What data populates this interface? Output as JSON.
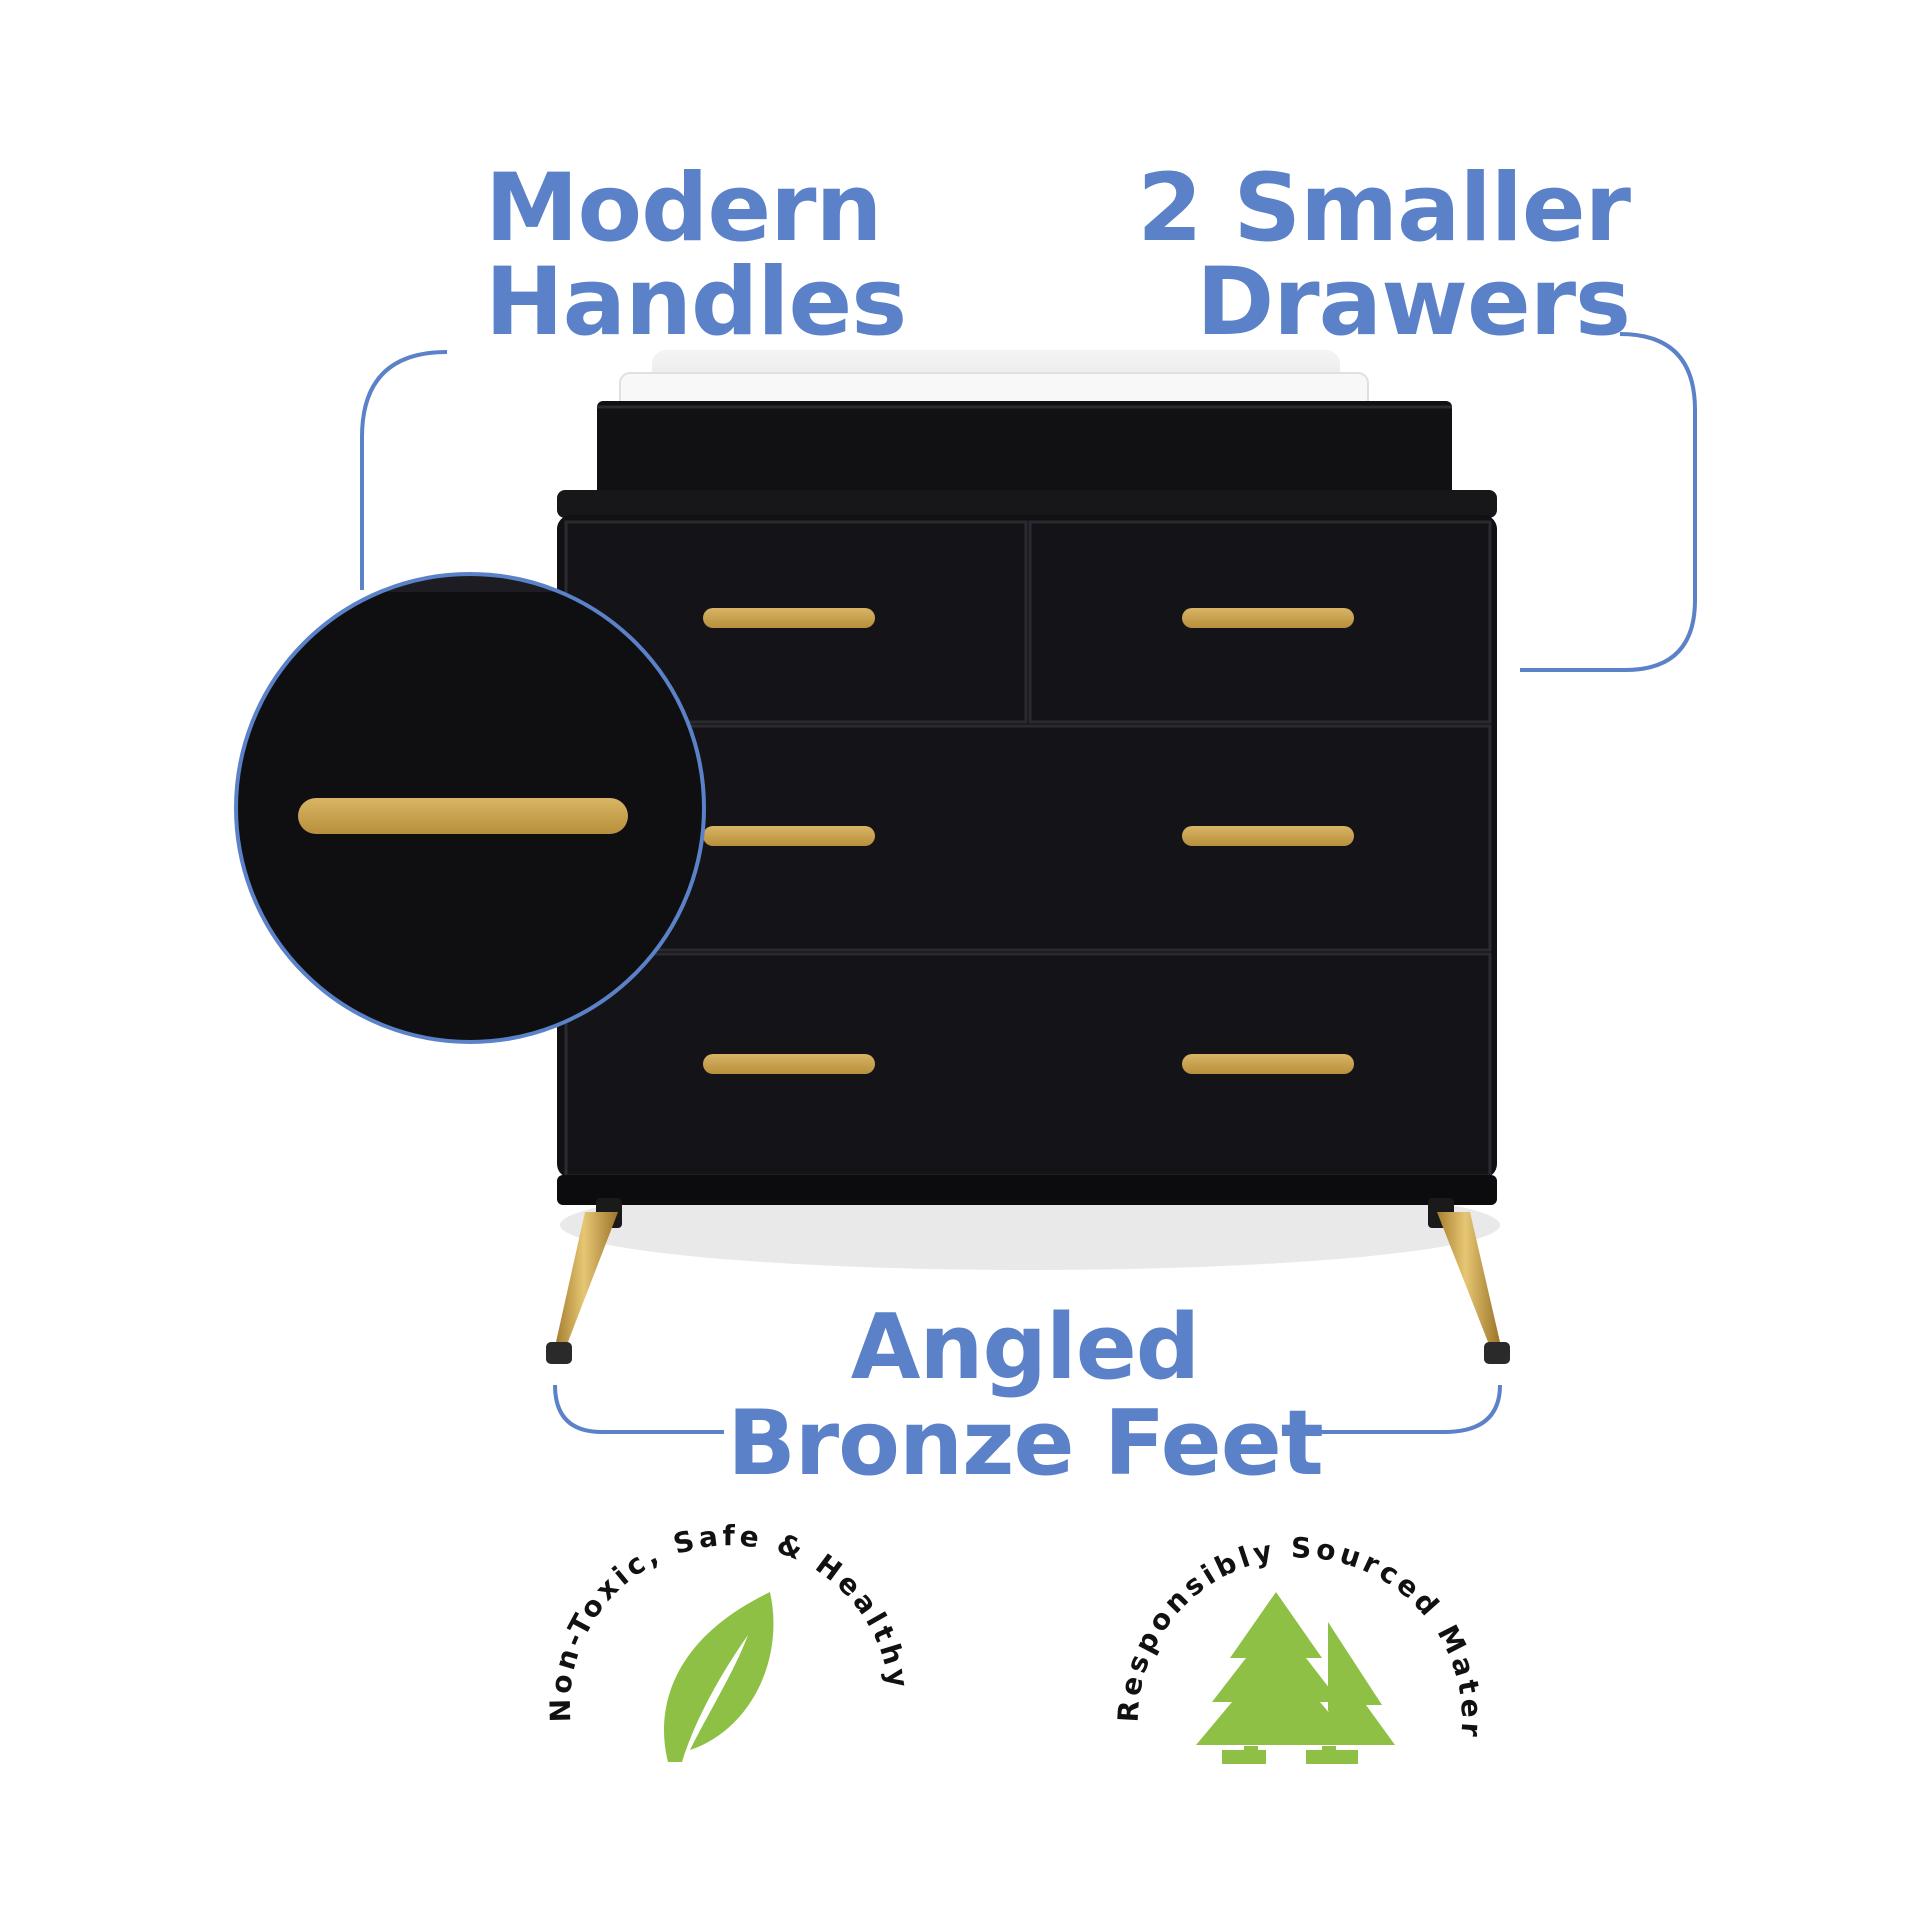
{
  "callouts": {
    "modern_handles": [
      "Modern",
      "Handles"
    ],
    "smaller_drawers": [
      "2 Smaller",
      "Drawers"
    ],
    "angled_feet": [
      "Angled",
      "Bronze Feet"
    ]
  },
  "badges": [
    {
      "text": "Non-Toxic, Safe & Healthy",
      "icon": "leaf-icon"
    },
    {
      "text": "Responsibly Sourced Materials",
      "icon": "trees-icon"
    }
  ],
  "colors": {
    "accent_blue": "#5b82c8",
    "dresser_black": "#111114",
    "handle_gold": "#c9a24f",
    "badge_green": "#8dc044"
  }
}
